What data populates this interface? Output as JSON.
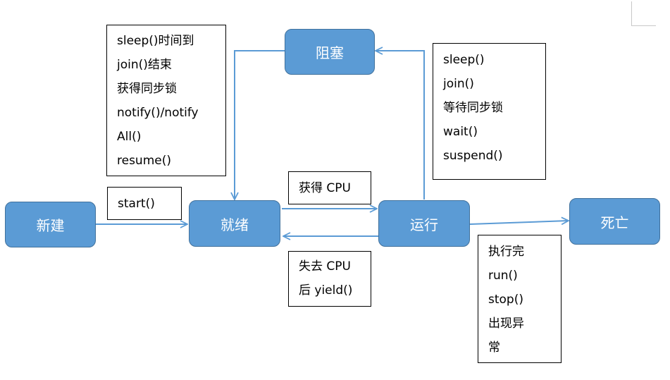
{
  "states": {
    "new": "新建",
    "ready": "就绪",
    "running": "运行",
    "blocked": "阻塞",
    "dead": "死亡"
  },
  "notes": {
    "wake_reasons": [
      "sleep()时间到",
      "join()结束",
      "获得同步锁",
      "notify()/notify",
      "All()",
      "resume()"
    ],
    "start": [
      "start()"
    ],
    "get_cpu": [
      "获得 CPU"
    ],
    "lose_cpu": [
      "失去 CPU",
      "后 yield()"
    ],
    "block_reasons": [
      "sleep()",
      "join()",
      "等待同步锁",
      "wait()",
      "suspend()"
    ],
    "death_reasons": [
      "执行完",
      "run()",
      "stop()",
      "出现异",
      "常"
    ]
  },
  "colors": {
    "state_fill": "#5b9bd5",
    "state_border": "#41719c",
    "arrow": "#5b9bd5",
    "note_border": "#000000"
  }
}
